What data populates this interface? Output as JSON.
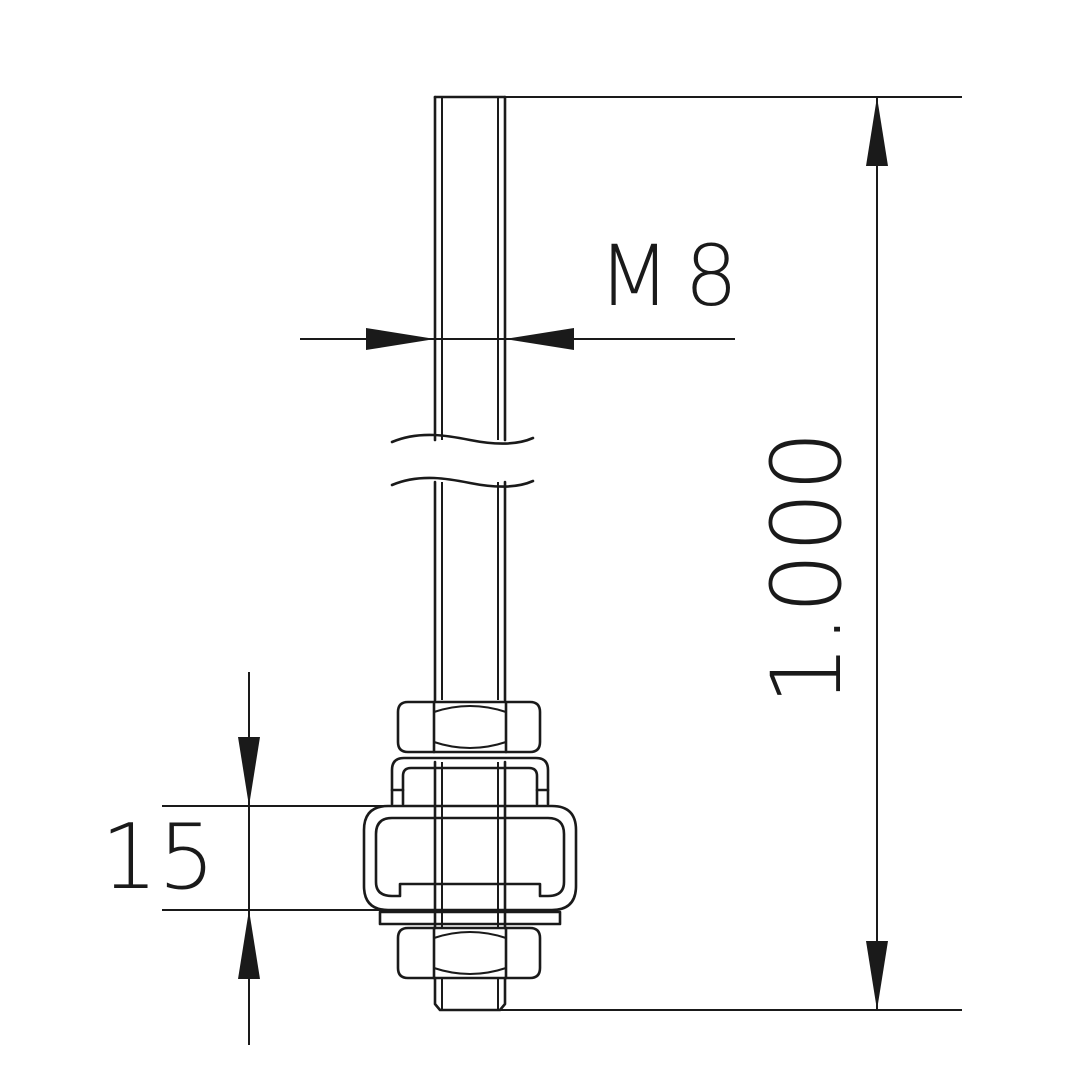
{
  "dimensions": {
    "thread": "M8",
    "length": "1.000",
    "channel_height": "15"
  },
  "colors": {
    "line": "#1a1a1a",
    "background": "#ffffff"
  }
}
